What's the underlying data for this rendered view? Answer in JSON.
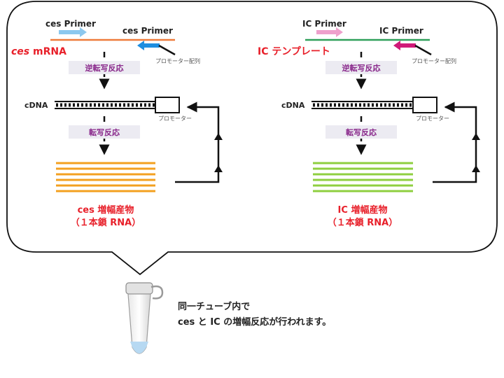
{
  "colors": {
    "red": "#e8202a",
    "purple": "#8a2a8c",
    "orange": "#f3a020",
    "green": "#8fcf40",
    "blue_arrow": "#8cc8ee",
    "blue_arrow_dark": "#1e8ee0",
    "pink_arrow": "#eea0cc",
    "magenta_arrow": "#d01a78",
    "ces_line": "#ee7b3a",
    "ic_line": "#2fa05a",
    "step_bg": "#ecebf2"
  },
  "left": {
    "primer_fwd": "ces Primer",
    "primer_rev": "ces Primer",
    "template_italic": "ces",
    "template_rest": " mRNA",
    "promoter_seq": "プロモーター配列",
    "step1": "逆転写反応",
    "cdna": "cDNA",
    "promoter": "プロモーター",
    "step2": "転写反応",
    "product_line1": "ces 増幅産物",
    "product_line2": "（１本鎖 RNA）"
  },
  "right": {
    "primer_fwd": "IC Primer",
    "primer_rev": "IC Primer",
    "template": "IC テンプレート",
    "promoter_seq": "プロモーター配列",
    "step1": "逆転写反応",
    "cdna": "cDNA",
    "promoter": "プロモーター",
    "step2": "転写反応",
    "product_line1": "IC 増幅産物",
    "product_line2": "（１本鎖 RNA）"
  },
  "note": {
    "line1": "同一チューブ内で",
    "line2": "ces と IC の増幅反応が行われます。"
  },
  "icons": [
    "tube-icon",
    "speech-bubble-outline"
  ]
}
